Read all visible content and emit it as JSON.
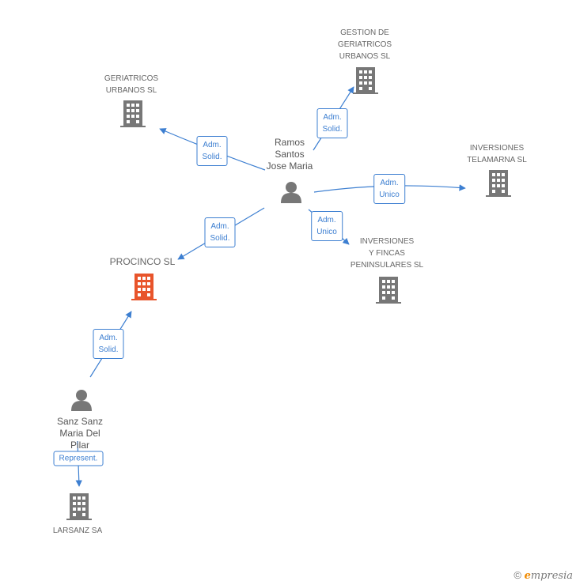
{
  "companies": {
    "gestion_geriatricos": {
      "label": "GESTION DE\nGERIATRICOS\nURBANOS SL",
      "color": "#777777"
    },
    "geriatricos_urbanos": {
      "label": "GERIATRICOS\nURBANOS SL",
      "color": "#777777"
    },
    "inversiones_telamarna": {
      "label": "INVERSIONES\nTELAMARNA SL",
      "color": "#777777"
    },
    "inversiones_fincas": {
      "label": "INVERSIONES\nY FINCAS\nPENINSULARES SL",
      "color": "#777777"
    },
    "procinco": {
      "label": "PROCINCO SL",
      "color": "#e8542b"
    },
    "larsanz": {
      "label": "LARSANZ SA",
      "color": "#777777"
    }
  },
  "people": {
    "ramos": {
      "label": "Ramos\nSantos\nJose Maria"
    },
    "sanz": {
      "label": "Sanz Sanz\nMaria Del\nPilar"
    }
  },
  "edges": {
    "e1": {
      "label": "Adm.\nSolid."
    },
    "e2": {
      "label": "Adm.\nSolid."
    },
    "e3": {
      "label": "Adm.\nUnico"
    },
    "e4": {
      "label": "Adm.\nUnico"
    },
    "e5": {
      "label": "Adm.\nSolid."
    },
    "e6": {
      "label": "Adm.\nSolid."
    },
    "e7": {
      "label": "Represent."
    }
  },
  "colors": {
    "edge": "#3d7fd1",
    "icon_gray": "#777777",
    "icon_highlight": "#e8542b"
  },
  "brand": {
    "symbol": "©",
    "first": "e",
    "rest": "mpresia"
  }
}
